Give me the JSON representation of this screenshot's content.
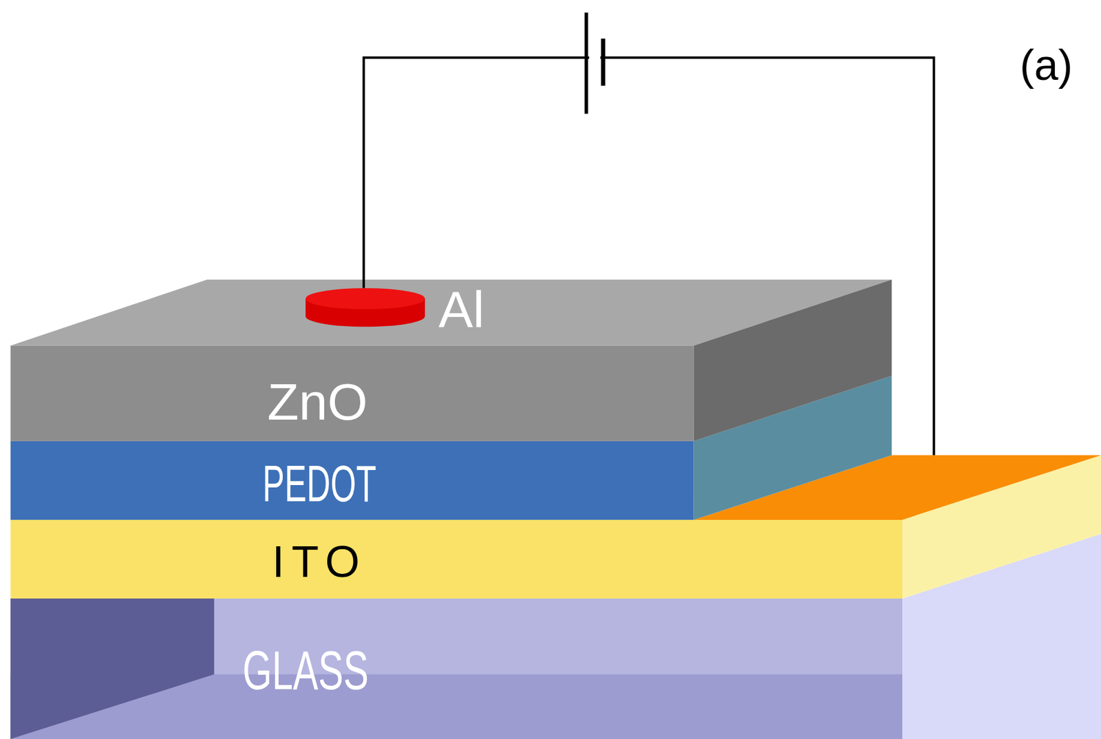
{
  "diagram": {
    "nodes": [
      {
        "text": [
          "Al"
        ]
      },
      {
        "text": [
          "ZnO"
        ]
      },
      {
        "text": [
          "PEDOT"
        ]
      },
      {
        "text": [
          "ITO"
        ]
      },
      {
        "text": [
          "GLASS"
        ]
      }
    ],
    "edges": [
      {
        "from": 0,
        "to": 3,
        "arrow": "none"
      }
    ],
    "labels": [
      "(a)"
    ]
  }
}
